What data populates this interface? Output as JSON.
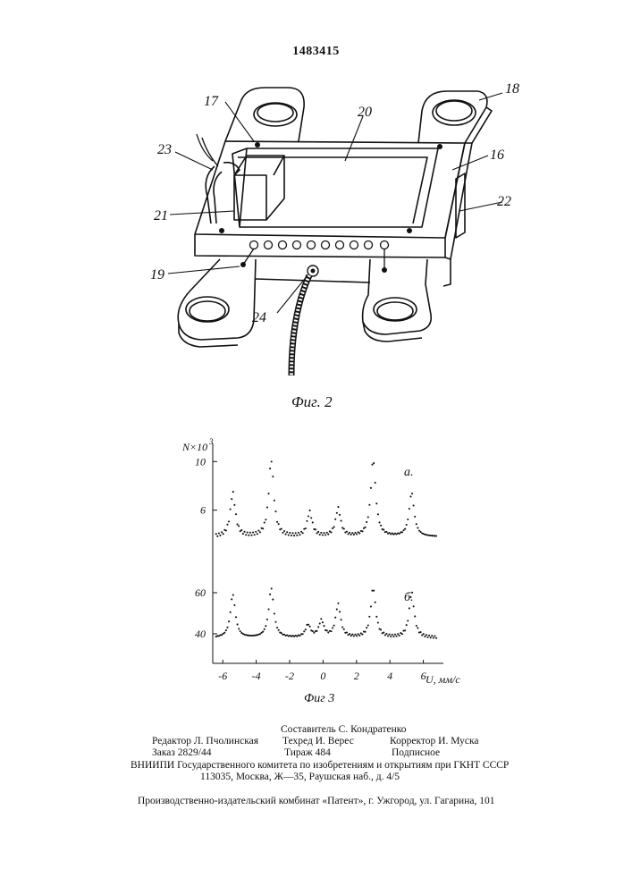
{
  "patent_number": "1483415",
  "figure2": {
    "caption": "Фиг. 2",
    "part_labels": [
      "17",
      "18",
      "20",
      "23",
      "16",
      "21",
      "22",
      "19",
      "24"
    ]
  },
  "chart_data": {
    "type": "scatter",
    "caption": "Фиг 3",
    "xlabel": "U, мм/с",
    "ylabel": "N×10",
    "ylabel_exponent": "3",
    "xticks": [
      "-6",
      "-4",
      "-2",
      "0",
      "2",
      "4",
      "6"
    ],
    "xlim": [
      -6.6,
      7.2
    ],
    "series": [
      {
        "name": "а.",
        "yticks": [
          "10",
          "6"
        ],
        "ytick_values": [
          10,
          6
        ],
        "ylim": [
          2.0,
          11.2
        ],
        "baseline": 3.8,
        "peaks": [
          {
            "x": -5.4,
            "height": 3.6
          },
          {
            "x": -3.1,
            "height": 6.3
          },
          {
            "x": -0.8,
            "height": 2.0
          },
          {
            "x": 0.9,
            "height": 2.3
          },
          {
            "x": 3.0,
            "height": 6.3
          },
          {
            "x": 5.3,
            "height": 3.6
          }
        ]
      },
      {
        "name": "б.",
        "yticks": [
          "60",
          "40"
        ],
        "ytick_values": [
          60,
          40
        ],
        "ylim": [
          30,
          70
        ],
        "baseline": 38,
        "peaks": [
          {
            "x": -5.4,
            "height": 21
          },
          {
            "x": -3.1,
            "height": 24
          },
          {
            "x": -0.9,
            "height": 6
          },
          {
            "x": -0.1,
            "height": 8
          },
          {
            "x": 0.9,
            "height": 16
          },
          {
            "x": 3.0,
            "height": 24
          },
          {
            "x": 5.3,
            "height": 22
          }
        ]
      }
    ]
  },
  "imprint": {
    "compiler": "Составитель С. Кондратенко",
    "editor": "Редактор Л. Пчолинская",
    "techred": "Техред И. Верес",
    "corrector": "Корректор И. Муска",
    "order": "Заказ 2829/44",
    "circulation": "Тираж 484",
    "subscription": "Подписное",
    "org": "ВНИИПИ Государственного комитета по изобретениям и открытиям при ГКНТ СССР",
    "address": "113035, Москва, Ж—35, Раушская наб., д. 4/5",
    "publisher": "Производственно-издательский комбинат «Патент», г. Ужгород, ул. Гагарина, 101"
  }
}
